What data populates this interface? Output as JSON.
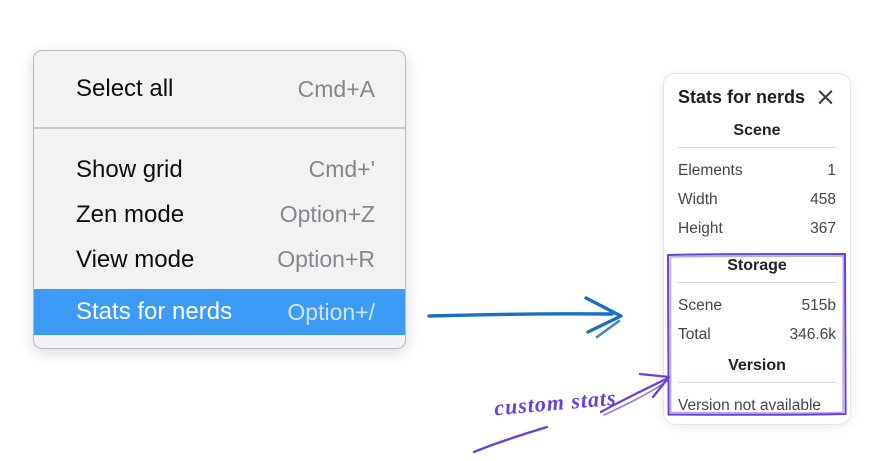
{
  "colors": {
    "menu_highlight": "#3d9bf5",
    "flow_arrow": "#1971c2",
    "annotation": "#6741d9"
  },
  "menu": {
    "items": [
      {
        "label": "Select all",
        "shortcut": "Cmd+A",
        "selected": false
      },
      {
        "label": "Show grid",
        "shortcut": "Cmd+'",
        "selected": false
      },
      {
        "label": "Zen mode",
        "shortcut": "Option+Z",
        "selected": false
      },
      {
        "label": "View mode",
        "shortcut": "Option+R",
        "selected": false
      },
      {
        "label": "Stats for nerds",
        "shortcut": "Option+/",
        "selected": true
      }
    ]
  },
  "panel": {
    "title": "Stats for nerds",
    "close_icon": "×",
    "sections": [
      {
        "title": "Scene",
        "rows": [
          {
            "label": "Elements",
            "value": "1"
          },
          {
            "label": "Width",
            "value": "458"
          },
          {
            "label": "Height",
            "value": "367"
          }
        ]
      },
      {
        "title": "Storage",
        "rows": [
          {
            "label": "Scene",
            "value": "515b"
          },
          {
            "label": "Total",
            "value": "346.6k"
          }
        ]
      },
      {
        "title": "Version",
        "note": "Version not available"
      }
    ]
  },
  "annotation": {
    "label": "custom stats"
  }
}
